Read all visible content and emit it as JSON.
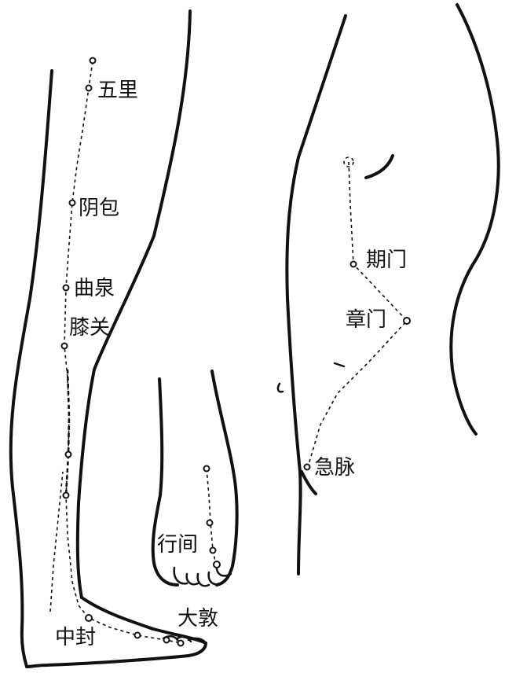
{
  "diagram": {
    "colors": {
      "ink": "#111111",
      "paper": "#ffffff"
    },
    "points": {
      "wuli": "五里",
      "yinbao": "阴包",
      "ququan": "曲泉",
      "xiguan": "膝关",
      "zhongfeng": "中封",
      "dadun": "大敦",
      "xingjian": "行间",
      "qimen": "期门",
      "zhangmen": "章门",
      "jimai": "急脉"
    }
  }
}
